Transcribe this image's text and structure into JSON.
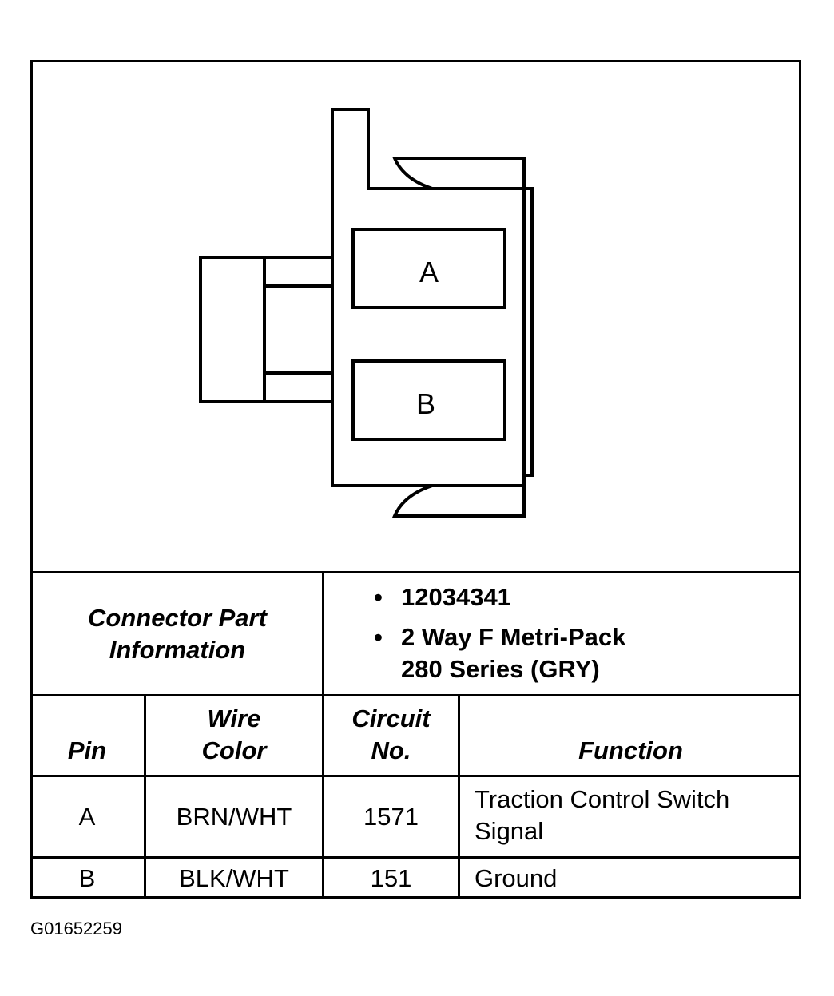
{
  "diagram": {
    "pins": [
      "A",
      "B"
    ]
  },
  "part_info": {
    "label_line1": "Connector Part",
    "label_line2": "Information",
    "bullet": "•",
    "part_number": "12034341",
    "description_line1": "2 Way F Metri-Pack",
    "description_line2": "280 Series (GRY)"
  },
  "table": {
    "headers": {
      "pin": "Pin",
      "wire_color_line1": "Wire",
      "wire_color_line2": "Color",
      "circuit_line1": "Circuit",
      "circuit_line2": "No.",
      "function": "Function"
    },
    "rows": [
      {
        "pin": "A",
        "wire_color": "BRN/WHT",
        "circuit": "1571",
        "function_line1": "Traction Control Switch",
        "function_line2": "Signal"
      },
      {
        "pin": "B",
        "wire_color": "BLK/WHT",
        "circuit": "151",
        "function_line1": "Ground",
        "function_line2": ""
      }
    ]
  },
  "figure_id": "G01652259"
}
